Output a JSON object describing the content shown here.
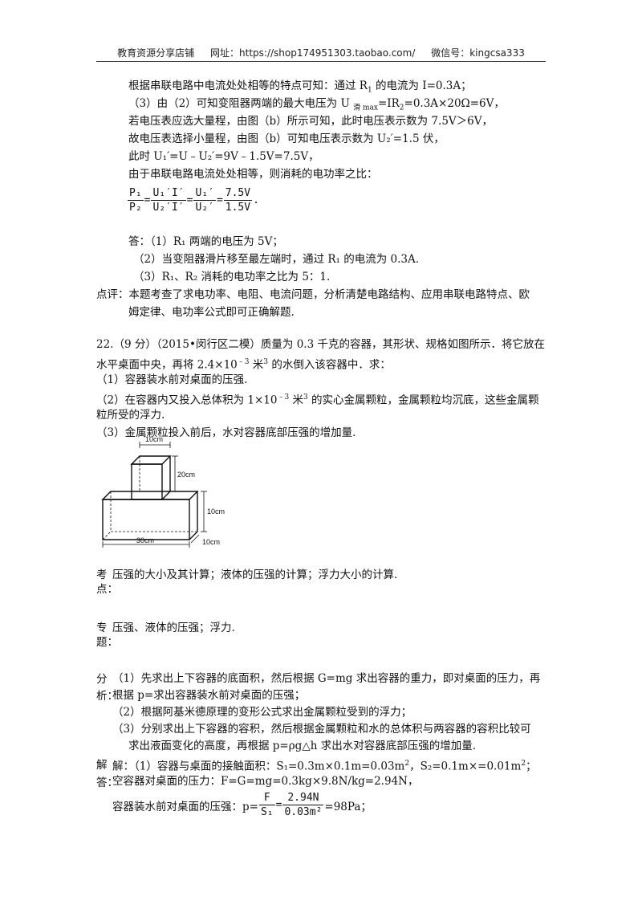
{
  "header": {
    "shop": "教育资源分享店铺",
    "site_label": "网址：",
    "site": "https://shop174951303.taobao.com/",
    "wechat_label": "微信号：",
    "wechat": "kingcsa333"
  },
  "lines": {
    "l1": "根据串联电路中电流处处相等的特点可知：通过 R",
    "l1b": " 的电流为 I=0.3A；",
    "l2a": "（3）由（2）可知变阻器两端的最大电压为 U ",
    "l2sub": "滑 max",
    "l2b": "=IR",
    "l2c": "=0.3A×20Ω=6V，",
    "l3": "若电压表应选大量程，由图（b）所示可知，此时电压表示数为 7.5V＞6V，",
    "l4": "故电压表选择小量程，由图（b）可知电压表示数为 U₂′=1.5 伏，",
    "l5": "此时 U₁′=U﹣U₂′=9V﹣1.5V=7.5V，",
    "l6": "由于串联电路电流处处相等，则消耗的电功率之比：",
    "ans1": "答：（1）R₁ 两端的电压为 5V；",
    "ans2": "（2）当变阻器滑片移至最左端时，通过 R₁ 的电流为 0.3A.",
    "ans3": "（3）R₁、R₂ 消耗的电功率之比为 5：1.",
    "review1": "点评：本题考查了求电功率、电阻、电流问题，分析清楚电路结构、应用串联电路特点、欧",
    "review2": "姆定律、电功率公式即可正确解题.",
    "q1": "22.（9 分）（2015•闵行区二模）质量为 0.3 千克的容器，其形状、规格如图所示．将它放在",
    "q2a": "水平桌面中央，再将 2.4×10",
    "q2sup": "﹣3",
    "q2b": " 米",
    "q2sup2": "3",
    "q2c": " 的水倒入该容器中．求：",
    "q3": "（1）容器装水前对桌面的压强.",
    "q4a": "（2）在容器内又投入总体积为 1×10",
    "q4sup": "﹣3",
    "q4b": " 米",
    "q4sup2": "3",
    "q4c": " 的实心金属颗粒，金属颗粒均沉底，这些金属颗",
    "q5": "粒所受的浮力.",
    "q6": "（3）金属颗粒投入前后，水对容器底部压强的增加量.",
    "kao_label": "考点：",
    "kao": "压强的大小及其计算；液体的压强的计算；浮力大小的计算.",
    "zhuan_label": "专题：",
    "zhuan": "压强、液体的压强；浮力.",
    "fen_label": "分析：",
    "fen1": "（1）先求出上下容器的底面积，然后根据 G=mg 求出容器的重力，即对桌面的压力，再",
    "fen2": "根据 p=求出容器装水前对桌面的压强；",
    "fen3": "（2）根据阿基米德原理的变形公式求出金属颗粒受到的浮力；",
    "fen4": "（3）分别求出上下容器的容积，然后根据金属颗粒和水的总体积与两容器的容积比较可",
    "fen5": "求出液面变化的高度，再根据 p=ρg△h 求出水对容器底部压强的增加量.",
    "jie_label": "解答：",
    "jie1a": "解：（1）容器与桌面的接触面积：S₁=0.3m×0.1m=0.03m",
    "jie1b": "，S₂=0.1m×=0.01m",
    "jie1c": "；",
    "jie2": "空容器对桌面的压力：F=G=mg=0.3kg×9.8N/kg=2.94N，",
    "jie3a": "容器装水前对桌面的压强：p=",
    "jie3b": "=98Pa；",
    "sup2": "2",
    "sub1": "1",
    "sub2": "2"
  },
  "ratio": {
    "p1": "P₁",
    "p2": "P₂",
    "eq": "=",
    "u1i": "U₁′I′",
    "u2i": "U₂′I′",
    "u1": "U₁′",
    "u2": "U₂′",
    "v75": "7.5V",
    "v15": "1.5V",
    "end": "."
  },
  "press": {
    "f": "F",
    "s1": "S₁",
    "n": "2.94N",
    "a": "0.03m²"
  },
  "figure": {
    "top_w": "10cm",
    "top_h": "20cm",
    "base_h": "10cm",
    "base_w": "30cm",
    "base_d": "10cm"
  }
}
